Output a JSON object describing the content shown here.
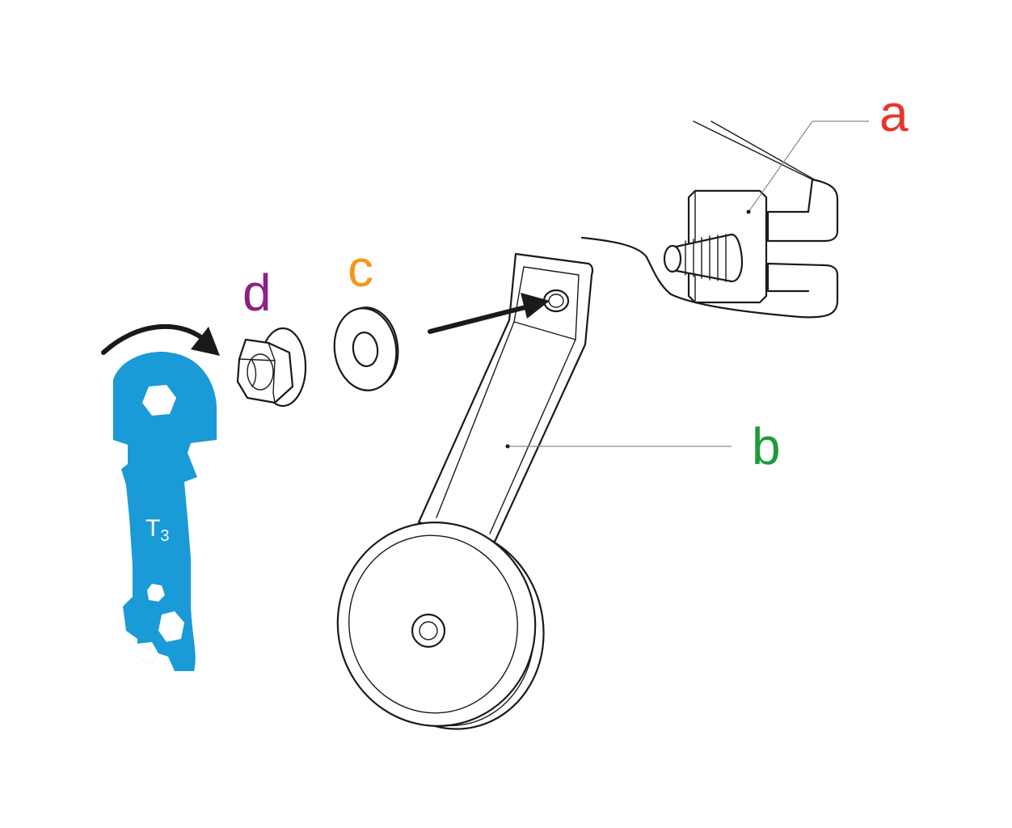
{
  "labels": {
    "a": "a",
    "b": "b",
    "c": "c",
    "d": "d"
  },
  "wrench": {
    "marking_main": "T",
    "marking_sub": "3"
  },
  "colors": {
    "label_a": "#e8352b",
    "label_b": "#1e9a3c",
    "label_c": "#f5961e",
    "label_d": "#8e1f86",
    "wrench": "#1a9ad6",
    "line": "#1a1a1a"
  }
}
